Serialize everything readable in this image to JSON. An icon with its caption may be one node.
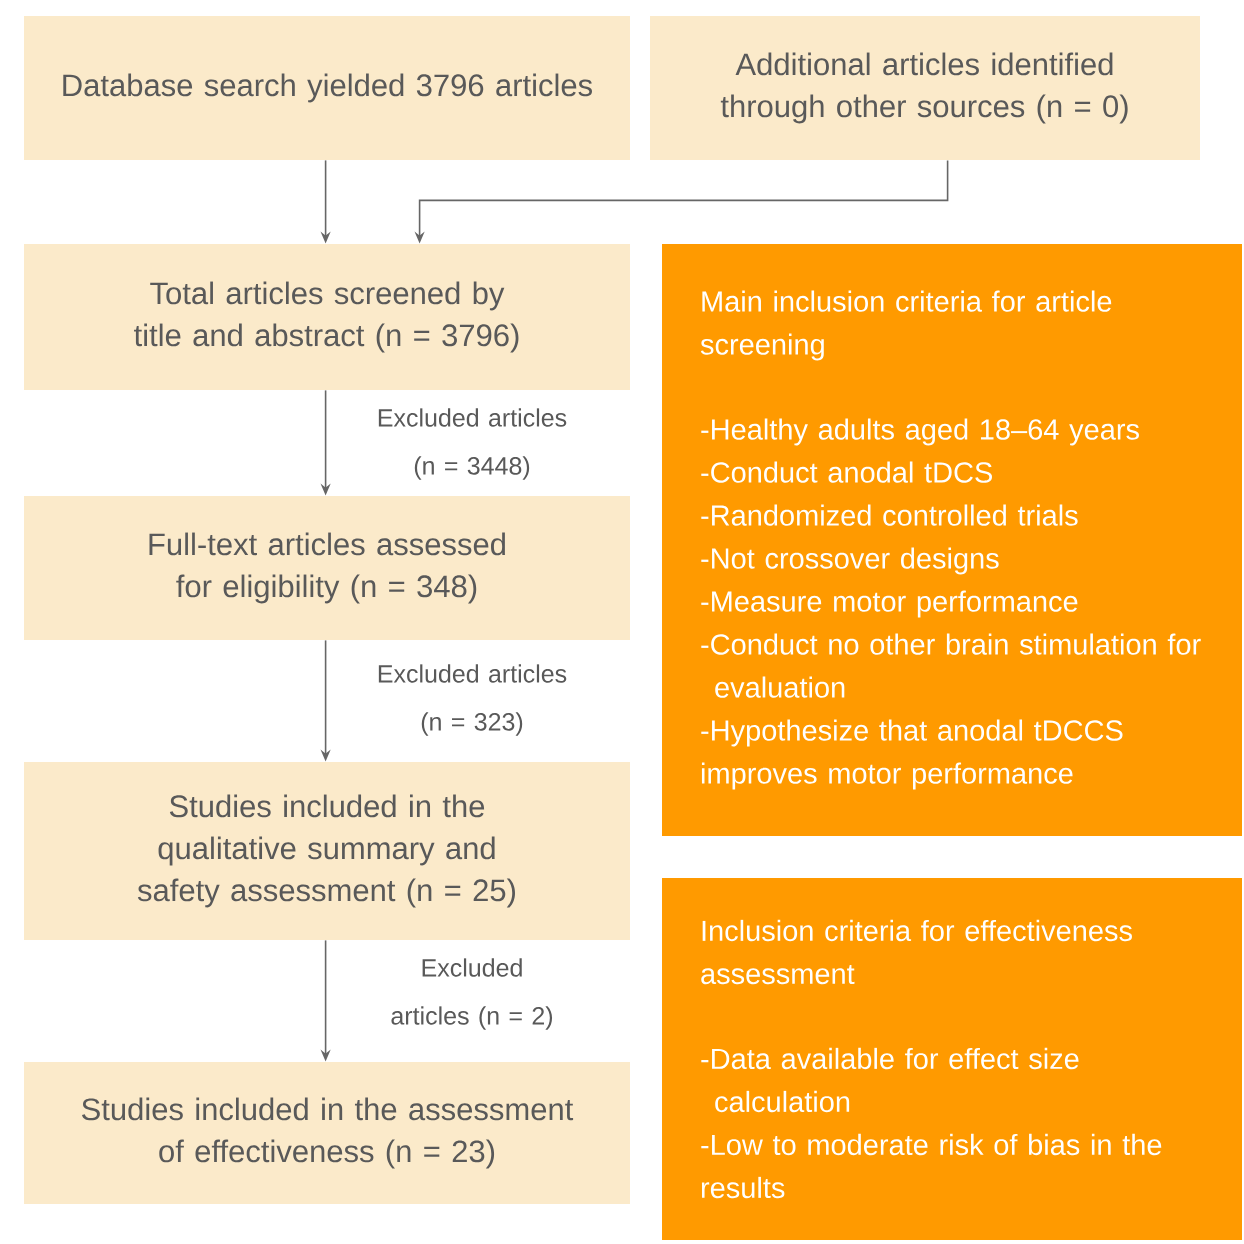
{
  "diagram": {
    "nodes": [
      {
        "text": [
          "Database search yielded 3796 articles"
        ]
      },
      {
        "text": [
          "Additional articles identified through other sources (n = 0)"
        ]
      },
      {
        "text": [
          "Total articles screened by title and abstract (n = 3796)"
        ]
      },
      {
        "text": [
          "Full-text articles assessed for eligibility (n = 348)"
        ]
      },
      {
        "text": [
          "Studies included in the qualitative summary and safety assessment (n = 25)"
        ]
      },
      {
        "text": [
          "Studies included in the assessment of effectiveness (n = 23)"
        ]
      },
      {
        "text": [
          "Main inclusion criteria for article screening",
          "-Healthy adults aged 18–64 years",
          "-Conduct anodal tDCS",
          "-Randomized controlled trials",
          "-Not crossover designs",
          "-Measure motor performance",
          "-Conduct no other brain stimulation for evaluation",
          "-Hypothesize that anodal tDCCS improves motor performance"
        ]
      },
      {
        "text": [
          "Inclusion criteria for effectiveness assessment",
          "-Data available for effect size calculation",
          "-Low to moderate risk of bias in the results"
        ]
      }
    ],
    "edges": [
      {
        "from": 0,
        "to": 2,
        "arrow": "to"
      },
      {
        "from": 1,
        "to": 2,
        "arrow": "to"
      },
      {
        "from": 2,
        "to": 3,
        "arrow": "to",
        "label": "Excluded articles (n = 3448)"
      },
      {
        "from": 3,
        "to": 4,
        "arrow": "to",
        "label": "Excluded articles (n = 323)"
      },
      {
        "from": 4,
        "to": 5,
        "arrow": "to",
        "label": "Excluded articles (n = 2)"
      }
    ]
  }
}
